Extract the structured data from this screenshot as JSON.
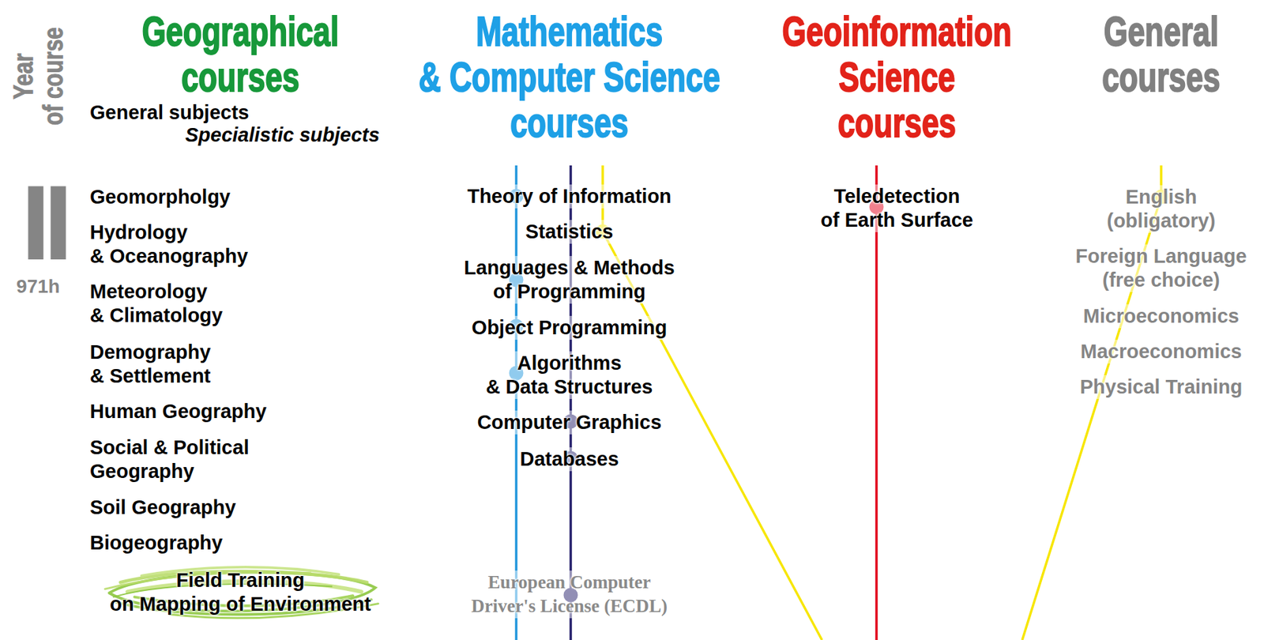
{
  "diagram": {
    "nodes": [
      {
        "text": [
          "Field Training on Mapping of Environment"
        ]
      }
    ],
    "labels": [
      "Year of course",
      "Geographical courses",
      "Mathematics & Computer Science courses",
      "Geoinformation Science courses",
      "General courses",
      "General subjects",
      "Specialistic subjects",
      "II",
      "971h",
      "Geomorpholgy",
      "Hydrology & Oceanography",
      "Meteorology & Climatology",
      "Demography & Settlement",
      "Human Geography",
      "Social & Political Geography",
      "Soil Geography",
      "Biogeography",
      "Theory of Information",
      "Statistics",
      "Languages & Methods of Programming",
      "Object Programming",
      "Algorithms & Data Structures",
      "Computer Graphics",
      "Databases",
      "European Computer Driver's License (ECDL)",
      "Teledetection of Earth Surface",
      "English (obligatory)",
      "Foreign Language (free choice)",
      "Microeconomics",
      "Macroeconomics",
      "Physical Training"
    ]
  }
}
